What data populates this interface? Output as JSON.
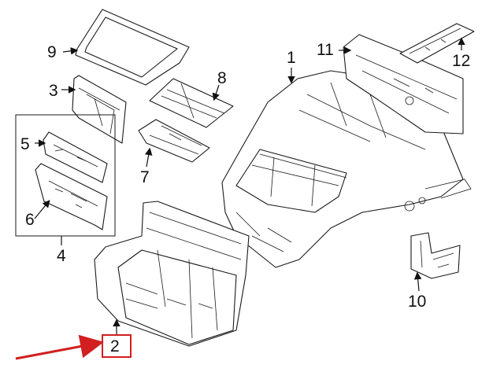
{
  "callouts": {
    "c1": "1",
    "c2": "2",
    "c3": "3",
    "c4": "4",
    "c5": "5",
    "c6": "6",
    "c7": "7",
    "c8": "8",
    "c9": "9",
    "c10": "10",
    "c11": "11",
    "c12": "12"
  },
  "colors": {
    "line": "#1a1a1a",
    "highlight": "#d21f1f"
  }
}
